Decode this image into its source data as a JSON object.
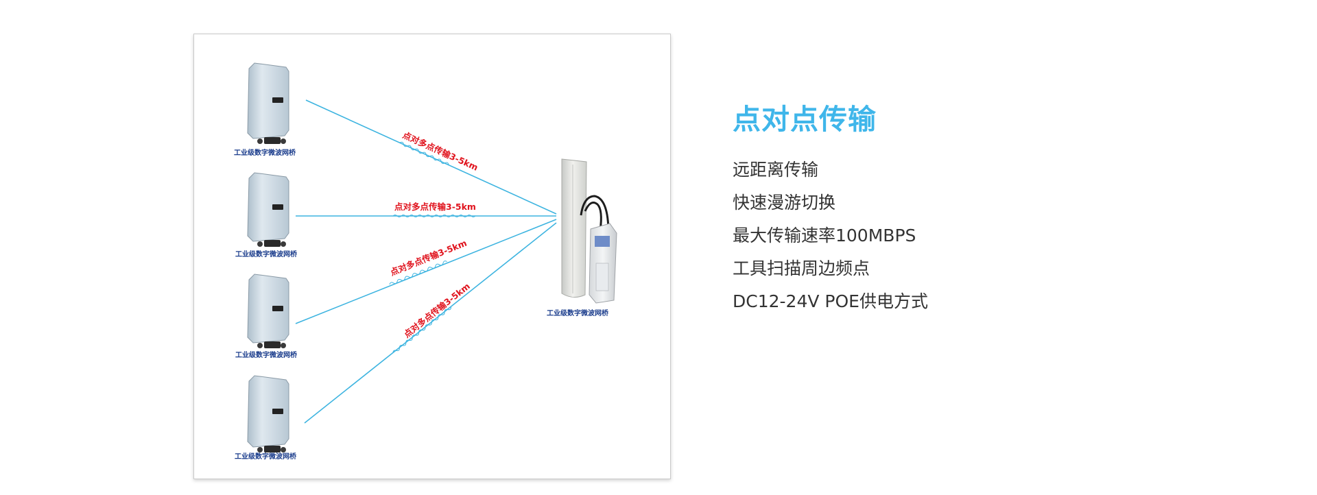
{
  "diagram": {
    "device_label": "工业级数字微波网桥",
    "antenna_label": "工业级数字微波网桥",
    "links": [
      {
        "label": "点对多点传输3-5km"
      },
      {
        "label": "点对多点传输3-5km"
      },
      {
        "label": "点对多点传输3-5km"
      },
      {
        "label": "点对多点传输3-5km"
      }
    ],
    "colors": {
      "link_line": "#3db4e0",
      "link_label": "#e0141e",
      "device_label": "#1a3c8c"
    }
  },
  "info": {
    "title": "点对点传输",
    "features": [
      "远距离传输",
      "快速漫游切换",
      "最大传输速率100MBPS",
      "工具扫描周边频点",
      "DC12-24V POE供电方式"
    ],
    "title_color": "#3fb6ea"
  }
}
